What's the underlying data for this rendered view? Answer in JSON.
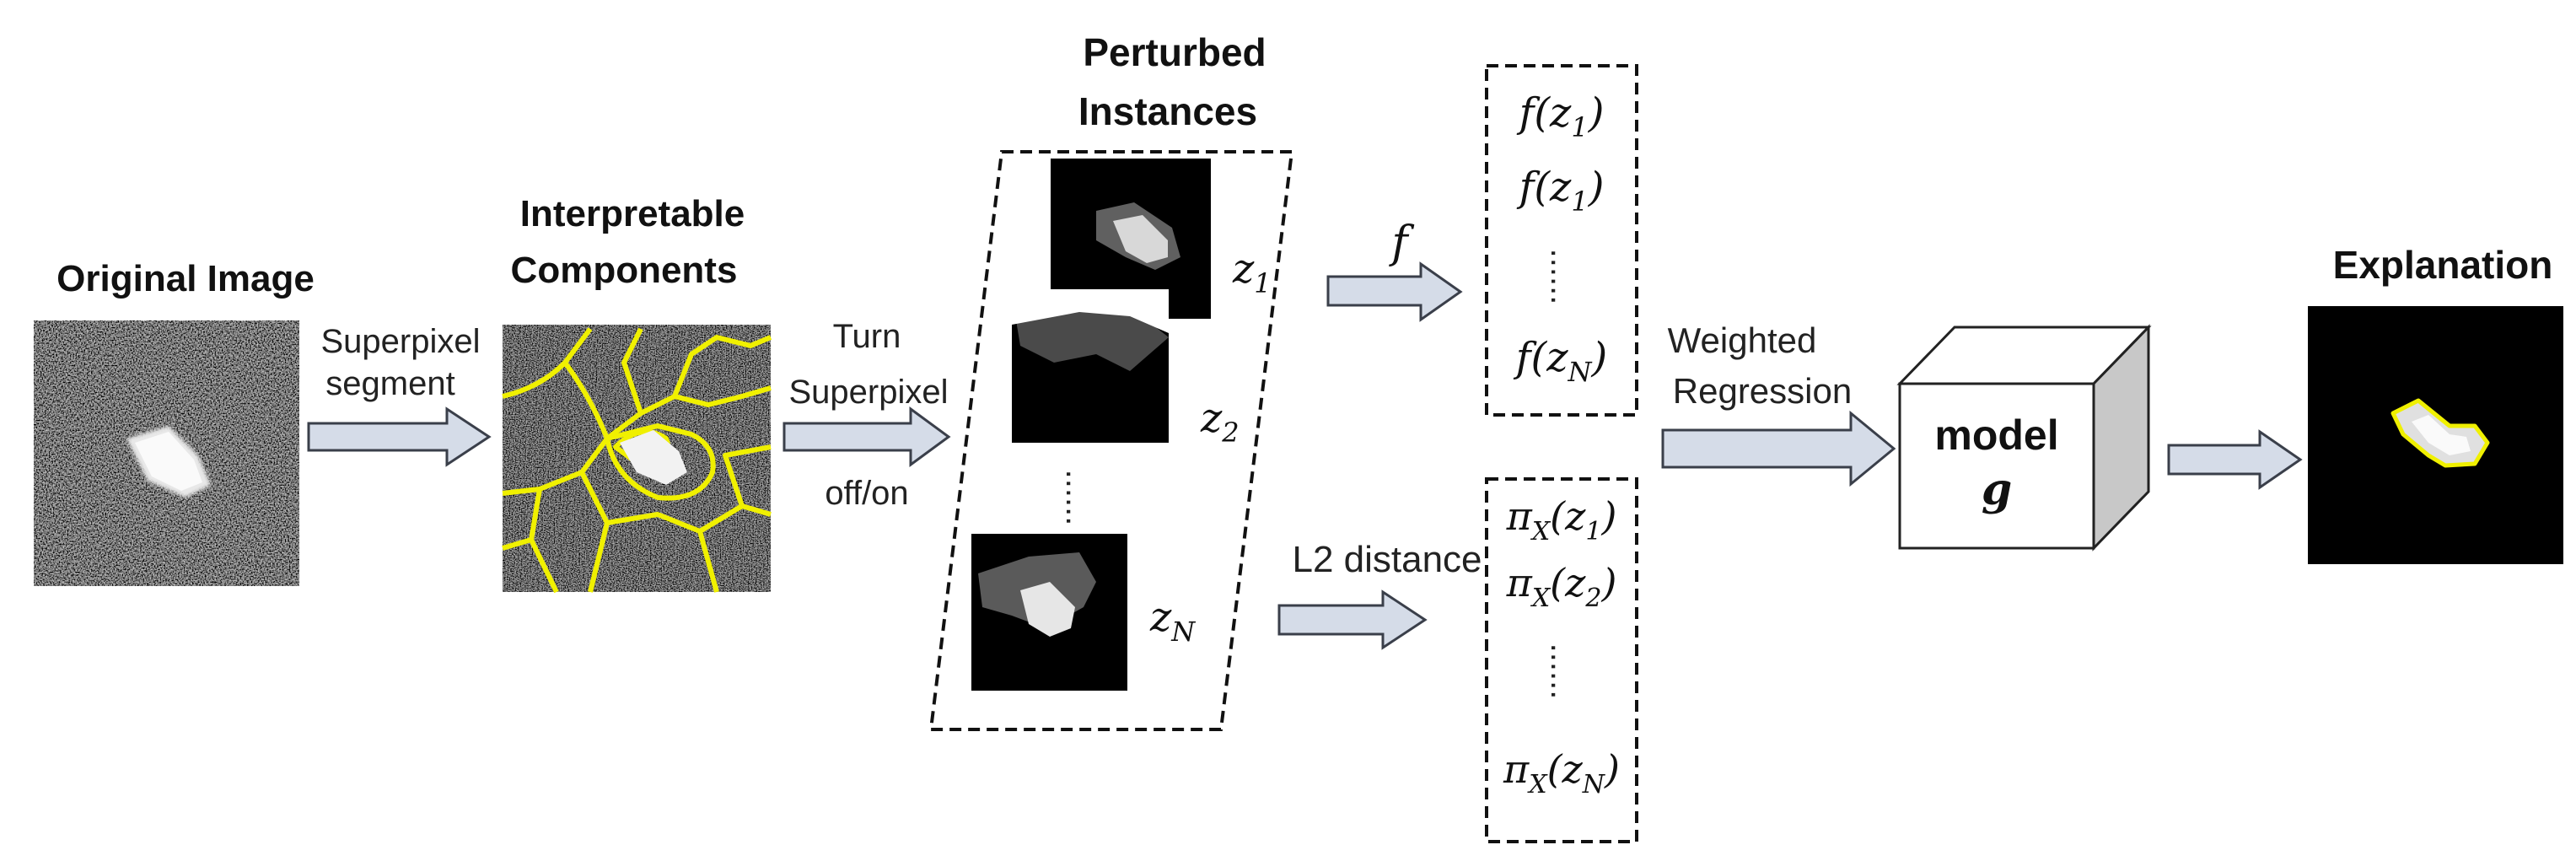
{
  "titles": {
    "original": "Original Image",
    "interpretable_line1": "Interpretable",
    "interpretable_line2": "Components",
    "perturbed_line1": "Perturbed",
    "perturbed_line2": "Instances",
    "explanation": "Explanation"
  },
  "arrows": {
    "superpixel_line1": "Superpixel",
    "superpixel_line2": "segment",
    "turn_line1": "Turn",
    "turn_line2": "Superpixel",
    "turn_line3": "off/on",
    "f_label": "f",
    "l2_label": "L2 distance",
    "weighted_line1": "Weighted",
    "weighted_line2": "Regression"
  },
  "instances": {
    "z1_base": "z",
    "z1_sub": "1",
    "z2_base": "z",
    "z2_sub": "2",
    "zN_base": "z",
    "zN_sub": "N"
  },
  "f_outputs": [
    {
      "pre": "f(z",
      "sub": "1",
      "post": ")"
    },
    {
      "pre": "f(z",
      "sub": "1",
      "post": ")"
    },
    {
      "pre": "f(z",
      "sub": "N",
      "post": ")"
    }
  ],
  "pi_outputs": [
    {
      "pre": "π",
      "sub1": "X",
      "mid": "(z",
      "sub2": "1",
      "post": ")"
    },
    {
      "pre": "π",
      "sub1": "X",
      "mid": "(z",
      "sub2": "2",
      "post": ")"
    },
    {
      "pre": "π",
      "sub1": "X",
      "mid": "(z",
      "sub2": "N",
      "post": ")"
    }
  ],
  "model": {
    "line1": "model",
    "line2": "g"
  },
  "colors": {
    "arrow_fill": "#d5dce8",
    "arrow_stroke": "#3a3f4a",
    "superpixel_boundary": "#f0f000",
    "cube_side": "#c8c8c8"
  }
}
